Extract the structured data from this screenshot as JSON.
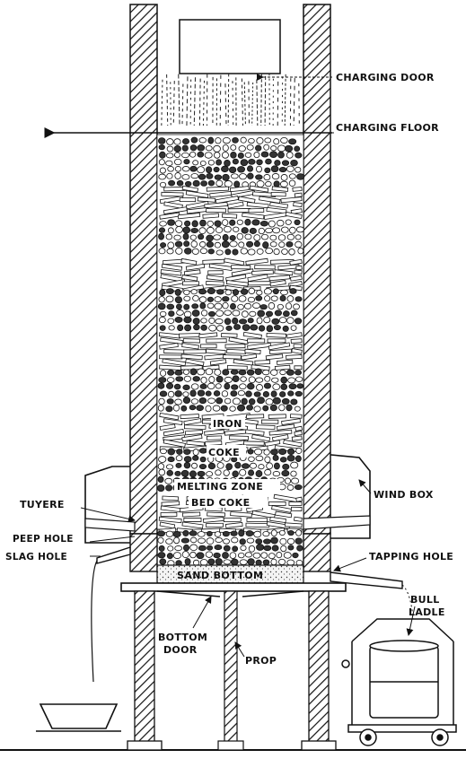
{
  "labels": {
    "charging_door": "CHARGING DOOR",
    "charging_floor": "CHARGING FLOOR",
    "iron": "IRON",
    "coke": "COKE",
    "melting_zone": "MELTING ZONE",
    "bed_coke": "BED COKE",
    "wind_box": "WIND BOX",
    "tuyere": "TUYERE",
    "peep_hole": "PEEP HOLE",
    "slag_hole": "SLAG HOLE",
    "tapping_hole": "TAPPING HOLE",
    "sand_bottom": "SAND BOTTOM",
    "bull_ladle_1": "BULL",
    "bull_ladle_2": "LADLE",
    "bottom_door_1": "BOTTOM",
    "bottom_door_2": "DOOR",
    "prop": "PROP"
  }
}
